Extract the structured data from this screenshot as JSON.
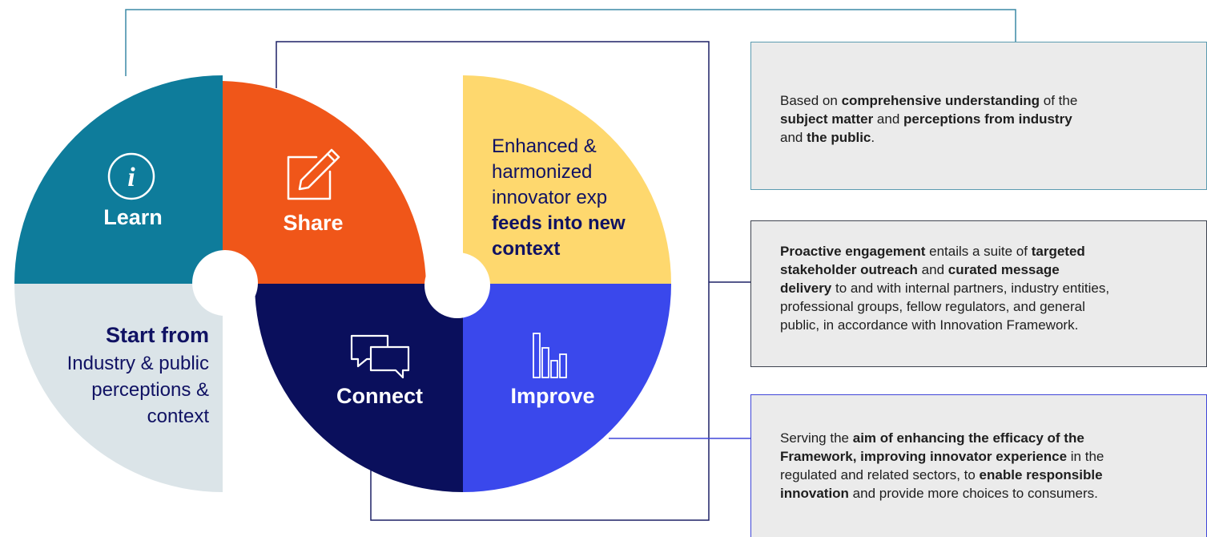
{
  "colors": {
    "learn": "#0e7c9b",
    "share": "#f05619",
    "context_yellow": "#fed86e",
    "start_grey": "#dbe4e8",
    "connect": "#0a0f5c",
    "improve": "#3a48ec",
    "text_dark_blue": "#101263"
  },
  "quadrants": {
    "learn": {
      "label": "Learn",
      "icon": "info-icon"
    },
    "share": {
      "label": "Share",
      "icon": "pencil-edit-icon"
    },
    "connect": {
      "label": "Connect",
      "icon": "chat-bubbles-icon"
    },
    "improve": {
      "label": "Improve",
      "icon": "bar-chart-icon"
    }
  },
  "start": {
    "title": "Start from",
    "lines": [
      "Industry & public",
      "perceptions &",
      "context"
    ]
  },
  "feedback": {
    "lines": [
      "Enhanced &",
      "harmonized",
      "innovator exp"
    ],
    "bold_lines": [
      "feeds into new",
      "context"
    ]
  },
  "boxes": [
    {
      "segments": [
        {
          "t": "Based on ",
          "b": false
        },
        {
          "t": "comprehensive understanding",
          "b": true
        },
        {
          "t": " of the ",
          "b": false
        },
        {
          "br": true
        },
        {
          "t": "subject matter",
          "b": true
        },
        {
          "t": " and ",
          "b": false
        },
        {
          "t": "perceptions from industry",
          "b": true
        },
        {
          "br": true
        },
        {
          "t": "and ",
          "b": false
        },
        {
          "t": "the public",
          "b": true
        },
        {
          "t": ".",
          "b": false
        }
      ]
    },
    {
      "segments": [
        {
          "t": "Proactive engagement",
          "b": true
        },
        {
          "t": " entails a suite of ",
          "b": false
        },
        {
          "t": "targeted",
          "b": true
        },
        {
          "br": true
        },
        {
          "t": "stakeholder outreach",
          "b": true
        },
        {
          "t": " and ",
          "b": false
        },
        {
          "t": "curated message",
          "b": true
        },
        {
          "br": true
        },
        {
          "t": "delivery",
          "b": true
        },
        {
          "t": " to and with internal partners, industry entities,",
          "b": false
        },
        {
          "br": true
        },
        {
          "t": "professional groups, fellow regulators, and general",
          "b": false
        },
        {
          "br": true
        },
        {
          "t": "public, in accordance with Innovation Framework.",
          "b": false
        }
      ]
    },
    {
      "segments": [
        {
          "t": "Serving the ",
          "b": false
        },
        {
          "t": "aim of enhancing the efficacy of the",
          "b": true
        },
        {
          "br": true
        },
        {
          "t": "Framework, improving innovator experience",
          "b": true
        },
        {
          "t": " in the",
          "b": false
        },
        {
          "br": true
        },
        {
          "t": "regulated and related sectors, to ",
          "b": false
        },
        {
          "t": "enable responsible",
          "b": true
        },
        {
          "br": true
        },
        {
          "t": "innovation",
          "b": true
        },
        {
          "t": " and provide more choices to consumers.",
          "b": false
        }
      ]
    }
  ]
}
